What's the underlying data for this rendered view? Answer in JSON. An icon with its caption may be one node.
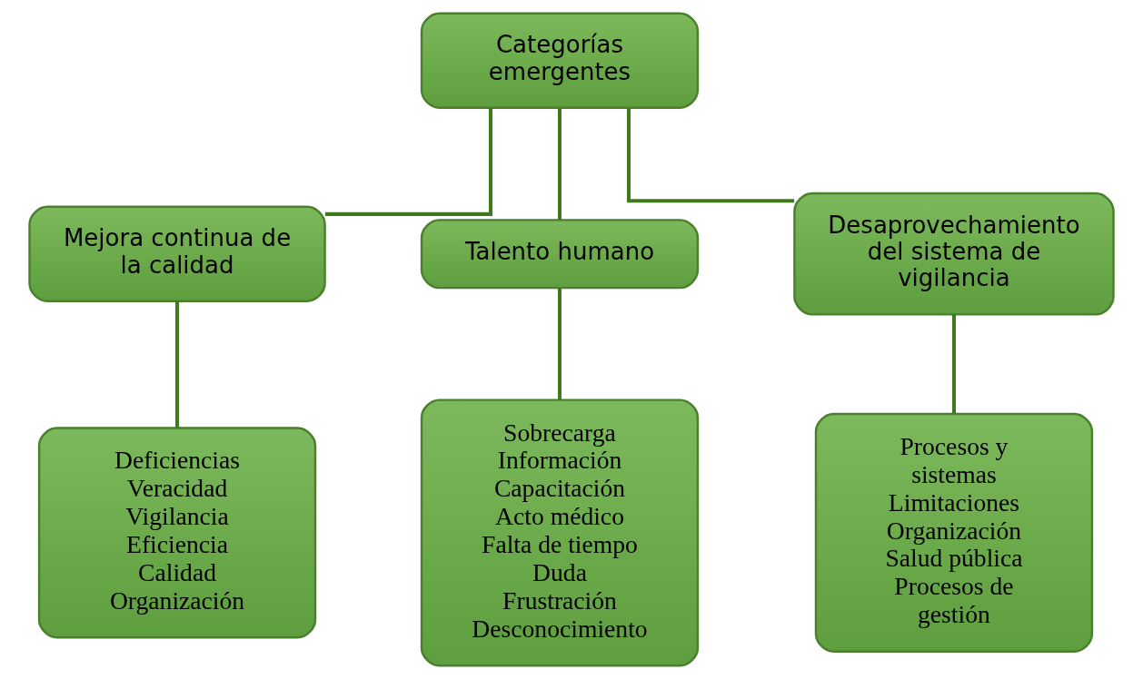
{
  "diagram": {
    "nodes": [
      {
        "text": [
          "Categorías emergentes"
        ]
      },
      {
        "text": [
          "Mejora continua de la calidad"
        ]
      },
      {
        "text": [
          "Talento humano"
        ]
      },
      {
        "text": [
          "Desaprovechamiento del sistema de vigilancia"
        ]
      },
      {
        "text": [
          "Deficiencias",
          "Veracidad",
          "Vigilancia",
          "Eficiencia",
          "Calidad",
          "Organización"
        ]
      },
      {
        "text": [
          "Sobrecarga",
          "Información",
          "Capacitación",
          "Acto médico",
          "Falta de tiempo",
          "Duda",
          "Frustración",
          "Desconocimiento"
        ]
      },
      {
        "text": [
          "Procesos y sistemas",
          "Limitaciones",
          "Organización",
          "Salud pública",
          "Procesos de gestión"
        ]
      }
    ],
    "edges": [
      {
        "from": 0,
        "to": 1,
        "arrow": "none"
      },
      {
        "from": 0,
        "to": 2,
        "arrow": "none"
      },
      {
        "from": 0,
        "to": 3,
        "arrow": "none"
      },
      {
        "from": 1,
        "to": 4,
        "arrow": "none"
      },
      {
        "from": 2,
        "to": 5,
        "arrow": "none"
      },
      {
        "from": 3,
        "to": 6,
        "arrow": "none"
      }
    ]
  }
}
